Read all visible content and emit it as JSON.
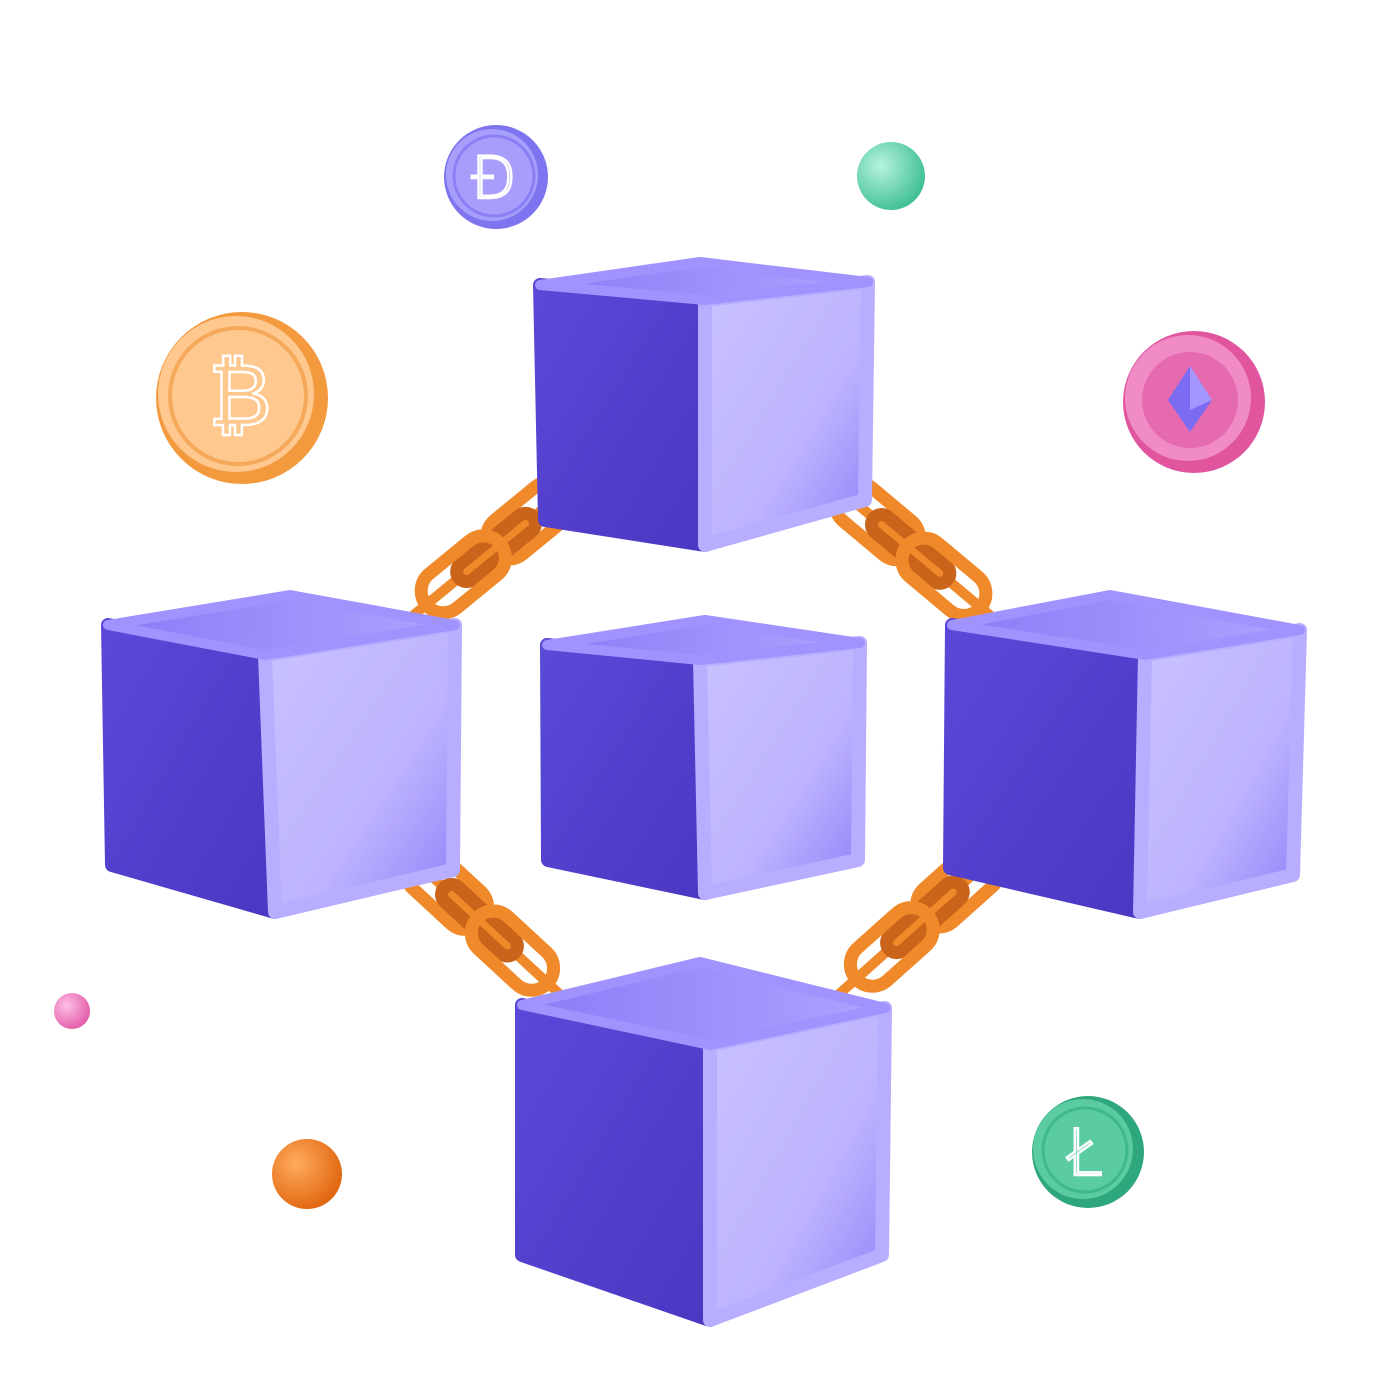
{
  "scene": {
    "background": "#ffffff",
    "colors": {
      "cube_left_face": "#4f3dc8",
      "cube_right_face": "#c3bbff",
      "cube_top_face": "#9d8ffd",
      "chain": "#f0892a",
      "chain_shadow": "#c9641a"
    },
    "cubes": [
      "top",
      "left",
      "center",
      "right",
      "bottom"
    ],
    "chains": [
      "top-left",
      "top-right",
      "bottom-left",
      "bottom-right"
    ],
    "coins": [
      {
        "name": "dogecoin-coin",
        "icon": "dogecoin-icon",
        "symbol": "Đ",
        "color": "#8e84f6",
        "face": "#a69dfa"
      },
      {
        "name": "bitcoin-coin",
        "icon": "bitcoin-icon",
        "symbol": "₿",
        "color": "#f7a955",
        "face": "#ffd2a6"
      },
      {
        "name": "ethereum-coin",
        "icon": "ethereum-icon",
        "symbol": "Ξ",
        "color": "#e3589f",
        "face": "#f08bc5"
      },
      {
        "name": "litecoin-coin",
        "icon": "litecoin-icon",
        "symbol": "Ł",
        "color": "#38b488",
        "face": "#5fcea3"
      }
    ],
    "spheres": [
      {
        "name": "green-sphere",
        "color": "#6fdcb9"
      },
      {
        "name": "pink-sphere",
        "color": "#ef7fc4"
      },
      {
        "name": "orange-sphere",
        "color": "#f07d1e"
      }
    ]
  }
}
